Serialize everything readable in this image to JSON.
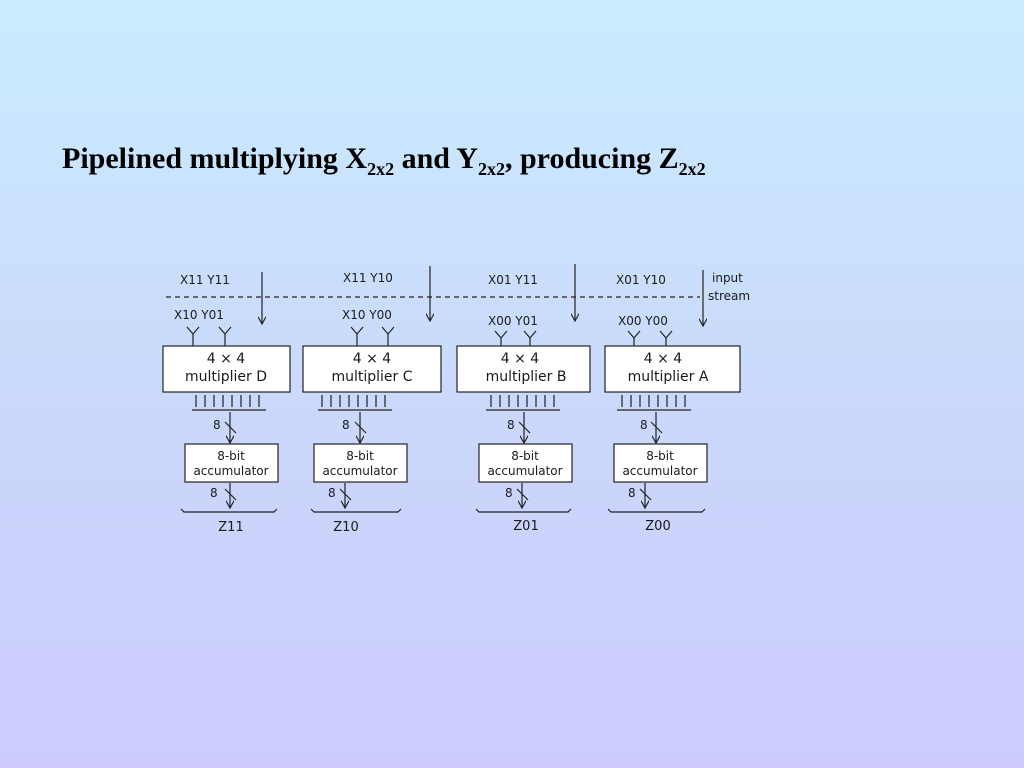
{
  "title": {
    "prefix": "Pipelined multiplying X",
    "x_sub": "2x2",
    "mid": " and Y",
    "y_sub": "2x2",
    "mid2": ", producing Z",
    "z_sub": "2x2"
  },
  "stream_label": [
    "input",
    "stream"
  ],
  "columns": [
    {
      "top": "X11 Y11",
      "bottom": "X10  Y01",
      "mult_line1": "4 × 4",
      "mult_line2": "multiplier  D",
      "acc_line1": "8-bit",
      "acc_line2": "accumulator",
      "bus_in": "8",
      "bus_out": "8",
      "output": "Z11"
    },
    {
      "top": "X11  Y10",
      "bottom": "X10  Y00",
      "mult_line1": "4 × 4",
      "mult_line2": "multiplier  C",
      "acc_line1": "8-bit",
      "acc_line2": "accumulator",
      "bus_in": "8",
      "bus_out": "8",
      "output": "Z10"
    },
    {
      "top": "X01 Y11",
      "bottom": "X00  Y01",
      "mult_line1": "4 × 4",
      "mult_line2": "multiplier  B",
      "acc_line1": "8-bit",
      "acc_line2": "accumulator",
      "bus_in": "8",
      "bus_out": "8",
      "output": "Z01"
    },
    {
      "top": "X01  Y10",
      "bottom": "X00  Y00",
      "mult_line1": "4 × 4",
      "mult_line2": "multiplier A",
      "acc_line1": "8-bit",
      "acc_line2": "accumulator",
      "bus_in": "8",
      "bus_out": "8",
      "output": "Z00"
    }
  ]
}
